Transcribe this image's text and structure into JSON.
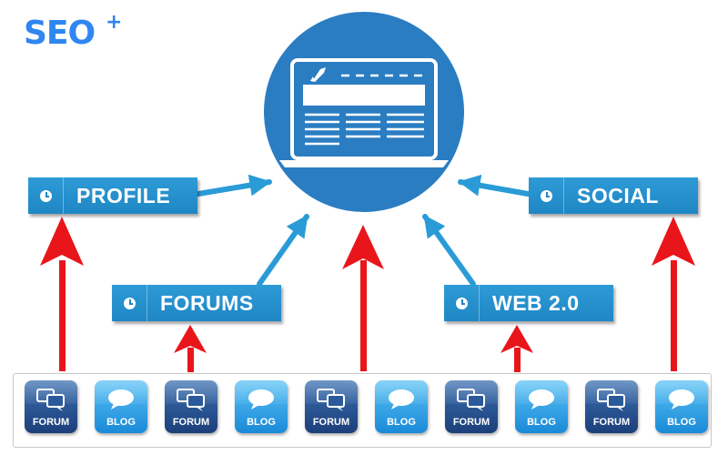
{
  "brand": {
    "name": "SEO",
    "sup": "+"
  },
  "nodes": {
    "profile": "PROFILE",
    "social": "SOCIAL",
    "forums": "FORUMS",
    "web20": "WEB 2.0"
  },
  "tiles": [
    {
      "kind": "forum",
      "label": "FORUM"
    },
    {
      "kind": "blog",
      "label": "BLOG"
    },
    {
      "kind": "forum",
      "label": "FORUM"
    },
    {
      "kind": "blog",
      "label": "BLOG"
    },
    {
      "kind": "forum",
      "label": "FORUM"
    },
    {
      "kind": "blog",
      "label": "BLOG"
    },
    {
      "kind": "forum",
      "label": "FORUM"
    },
    {
      "kind": "blog",
      "label": "BLOG"
    },
    {
      "kind": "forum",
      "label": "FORUM"
    },
    {
      "kind": "blog",
      "label": "BLOG"
    }
  ],
  "colors": {
    "brand_blue": "#2f86f0",
    "hub_blue": "#2b7dc2",
    "label_blue": "#1f87c4",
    "arrow_blue": "#2a9bd6",
    "arrow_red": "#e8161b"
  },
  "icons": [
    "website-laptop-icon",
    "rocket-icon",
    "clock-icon",
    "chat-bubbles-icon",
    "speech-bubble-icon"
  ]
}
